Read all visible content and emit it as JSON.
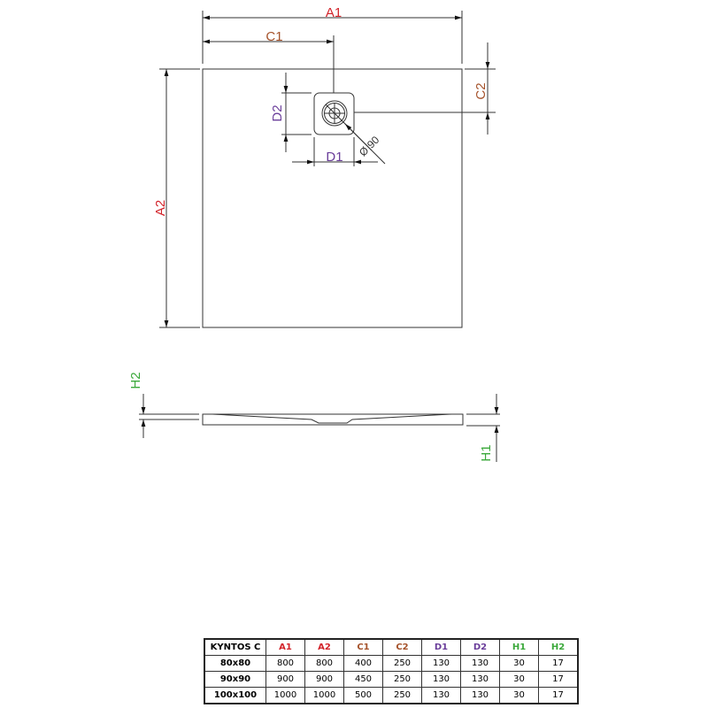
{
  "colors": {
    "A": "#d2232a",
    "C": "#a5522a",
    "D": "#6a3d9a",
    "H": "#3aa83a",
    "line": "#333333"
  },
  "labels": {
    "A1": "A1",
    "A2": "A2",
    "C1": "C1",
    "C2": "C2",
    "D1": "D1",
    "D2": "D2",
    "H1": "H1",
    "H2": "H2",
    "drain_diameter": "Ø 90"
  },
  "table": {
    "headers": [
      "KYNTOS C",
      "A1",
      "A2",
      "C1",
      "C2",
      "D1",
      "D2",
      "H1",
      "H2"
    ],
    "rows": [
      [
        "80x80",
        "800",
        "800",
        "400",
        "250",
        "130",
        "130",
        "30",
        "17"
      ],
      [
        "90x90",
        "900",
        "900",
        "450",
        "250",
        "130",
        "130",
        "30",
        "17"
      ],
      [
        "100x100",
        "1000",
        "1000",
        "500",
        "250",
        "130",
        "130",
        "30",
        "17"
      ]
    ]
  }
}
